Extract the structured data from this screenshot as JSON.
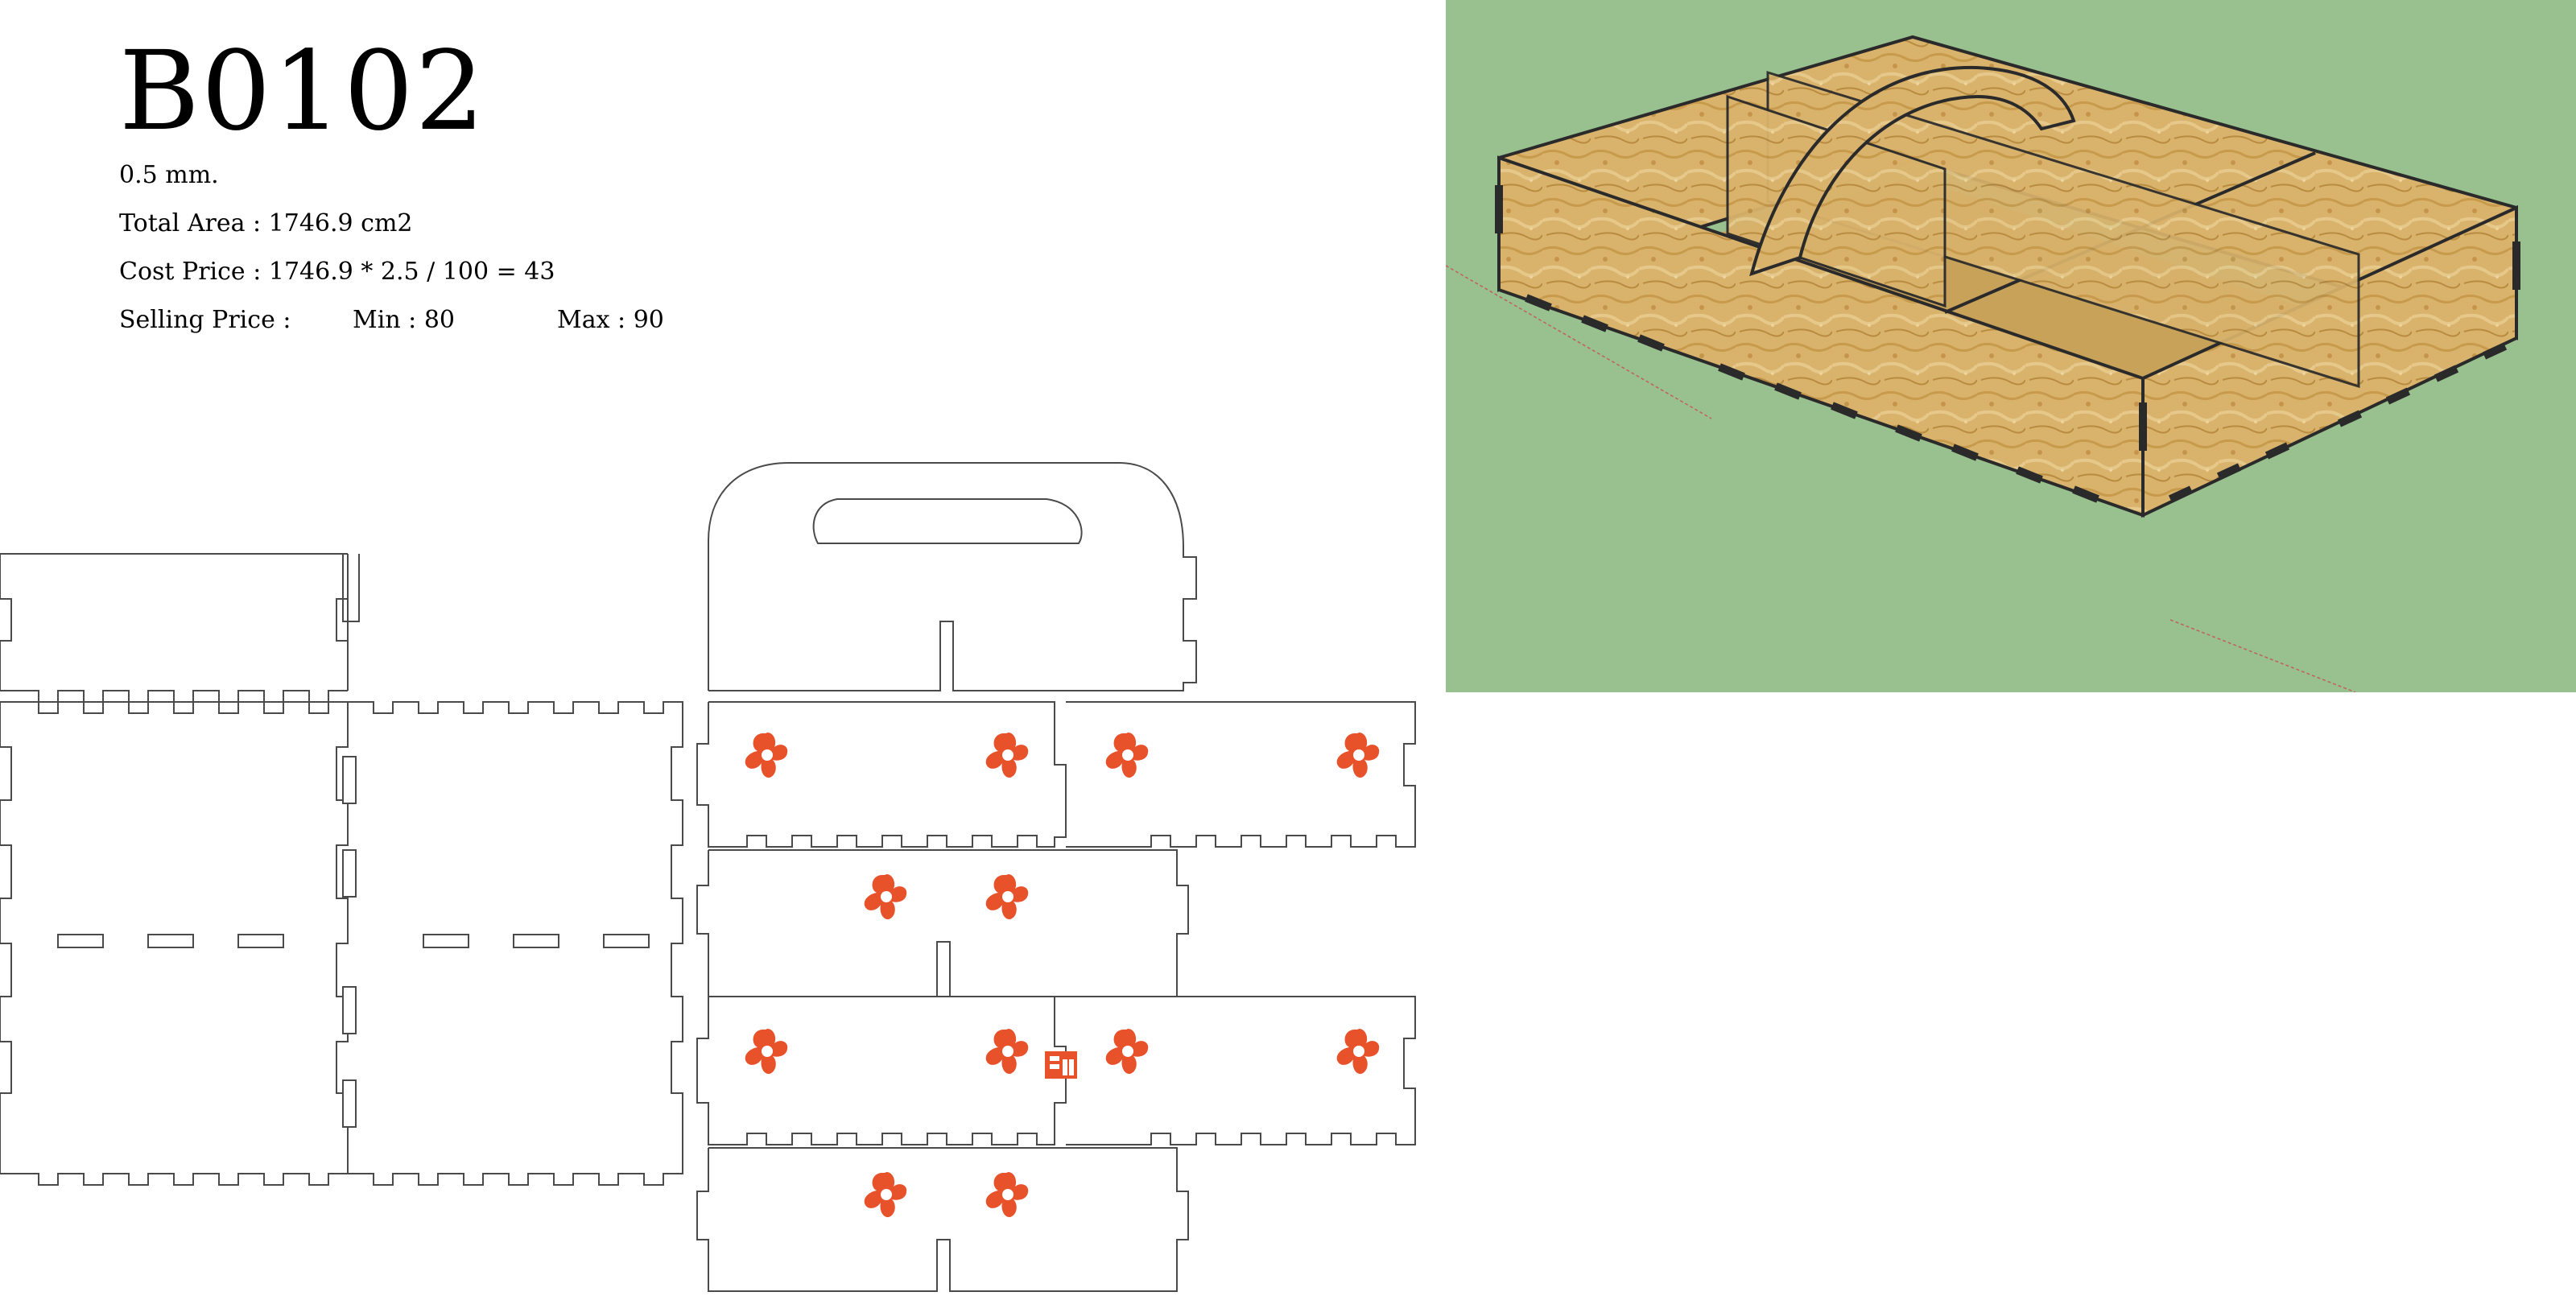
{
  "product": {
    "code": "B0102",
    "thickness": "0.5 mm.",
    "total_area": "Total Area : 1746.9 cm2",
    "cost_price": "Cost Price : 1746.9 * 2.5 / 100 = 43",
    "selling_label": "Selling Price :",
    "selling_min": "Min : 80",
    "selling_max": "Max : 90"
  },
  "colors": {
    "cut_line": "#4a4a4a",
    "flower": "#e8522a",
    "render_background": "#99c08f",
    "wood": "#d9b36c",
    "box_edge": "#2a2a2a"
  },
  "icons": [
    "flower-engraving-icon",
    "logo-mark-icon"
  ]
}
